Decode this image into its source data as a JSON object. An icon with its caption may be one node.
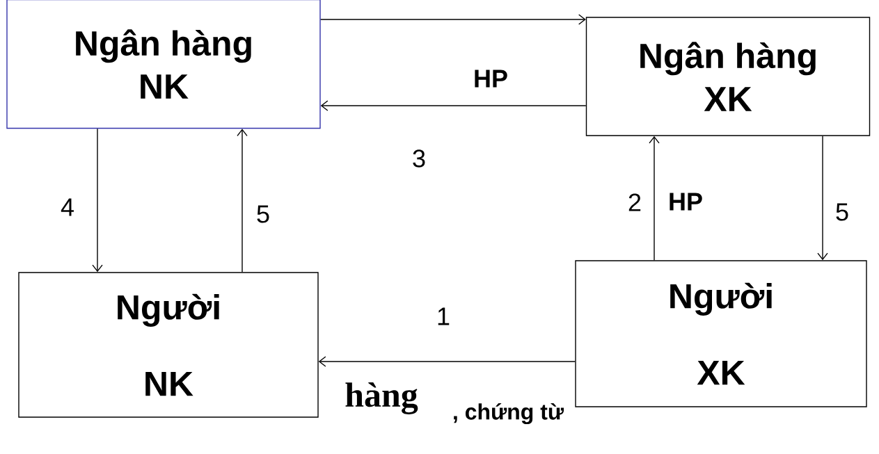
{
  "diagram": {
    "nodes": [
      {
        "text": [
          "Ngân hàng NK"
        ]
      },
      {
        "text": [
          "Ngân hàng XK"
        ]
      },
      {
        "text": [
          "Người NK"
        ]
      },
      {
        "text": [
          "Người XK"
        ]
      }
    ],
    "edges": [
      {
        "from": 0,
        "to": 1,
        "arrow": "to"
      },
      {
        "from": 1,
        "to": 0,
        "arrow": "to",
        "label": "HP"
      },
      {
        "from": 0,
        "to": 2,
        "arrow": "to",
        "label": "4"
      },
      {
        "from": 2,
        "to": 0,
        "arrow": "to",
        "label": "5"
      },
      {
        "from": 3,
        "to": 1,
        "arrow": "to",
        "label": "HP"
      },
      {
        "from": 1,
        "to": 3,
        "arrow": "to",
        "label": "5"
      },
      {
        "from": 3,
        "to": 2,
        "arrow": "to"
      }
    ],
    "labels": [
      "3",
      "2",
      "1",
      "hàng",
      ", chứng từ"
    ]
  }
}
